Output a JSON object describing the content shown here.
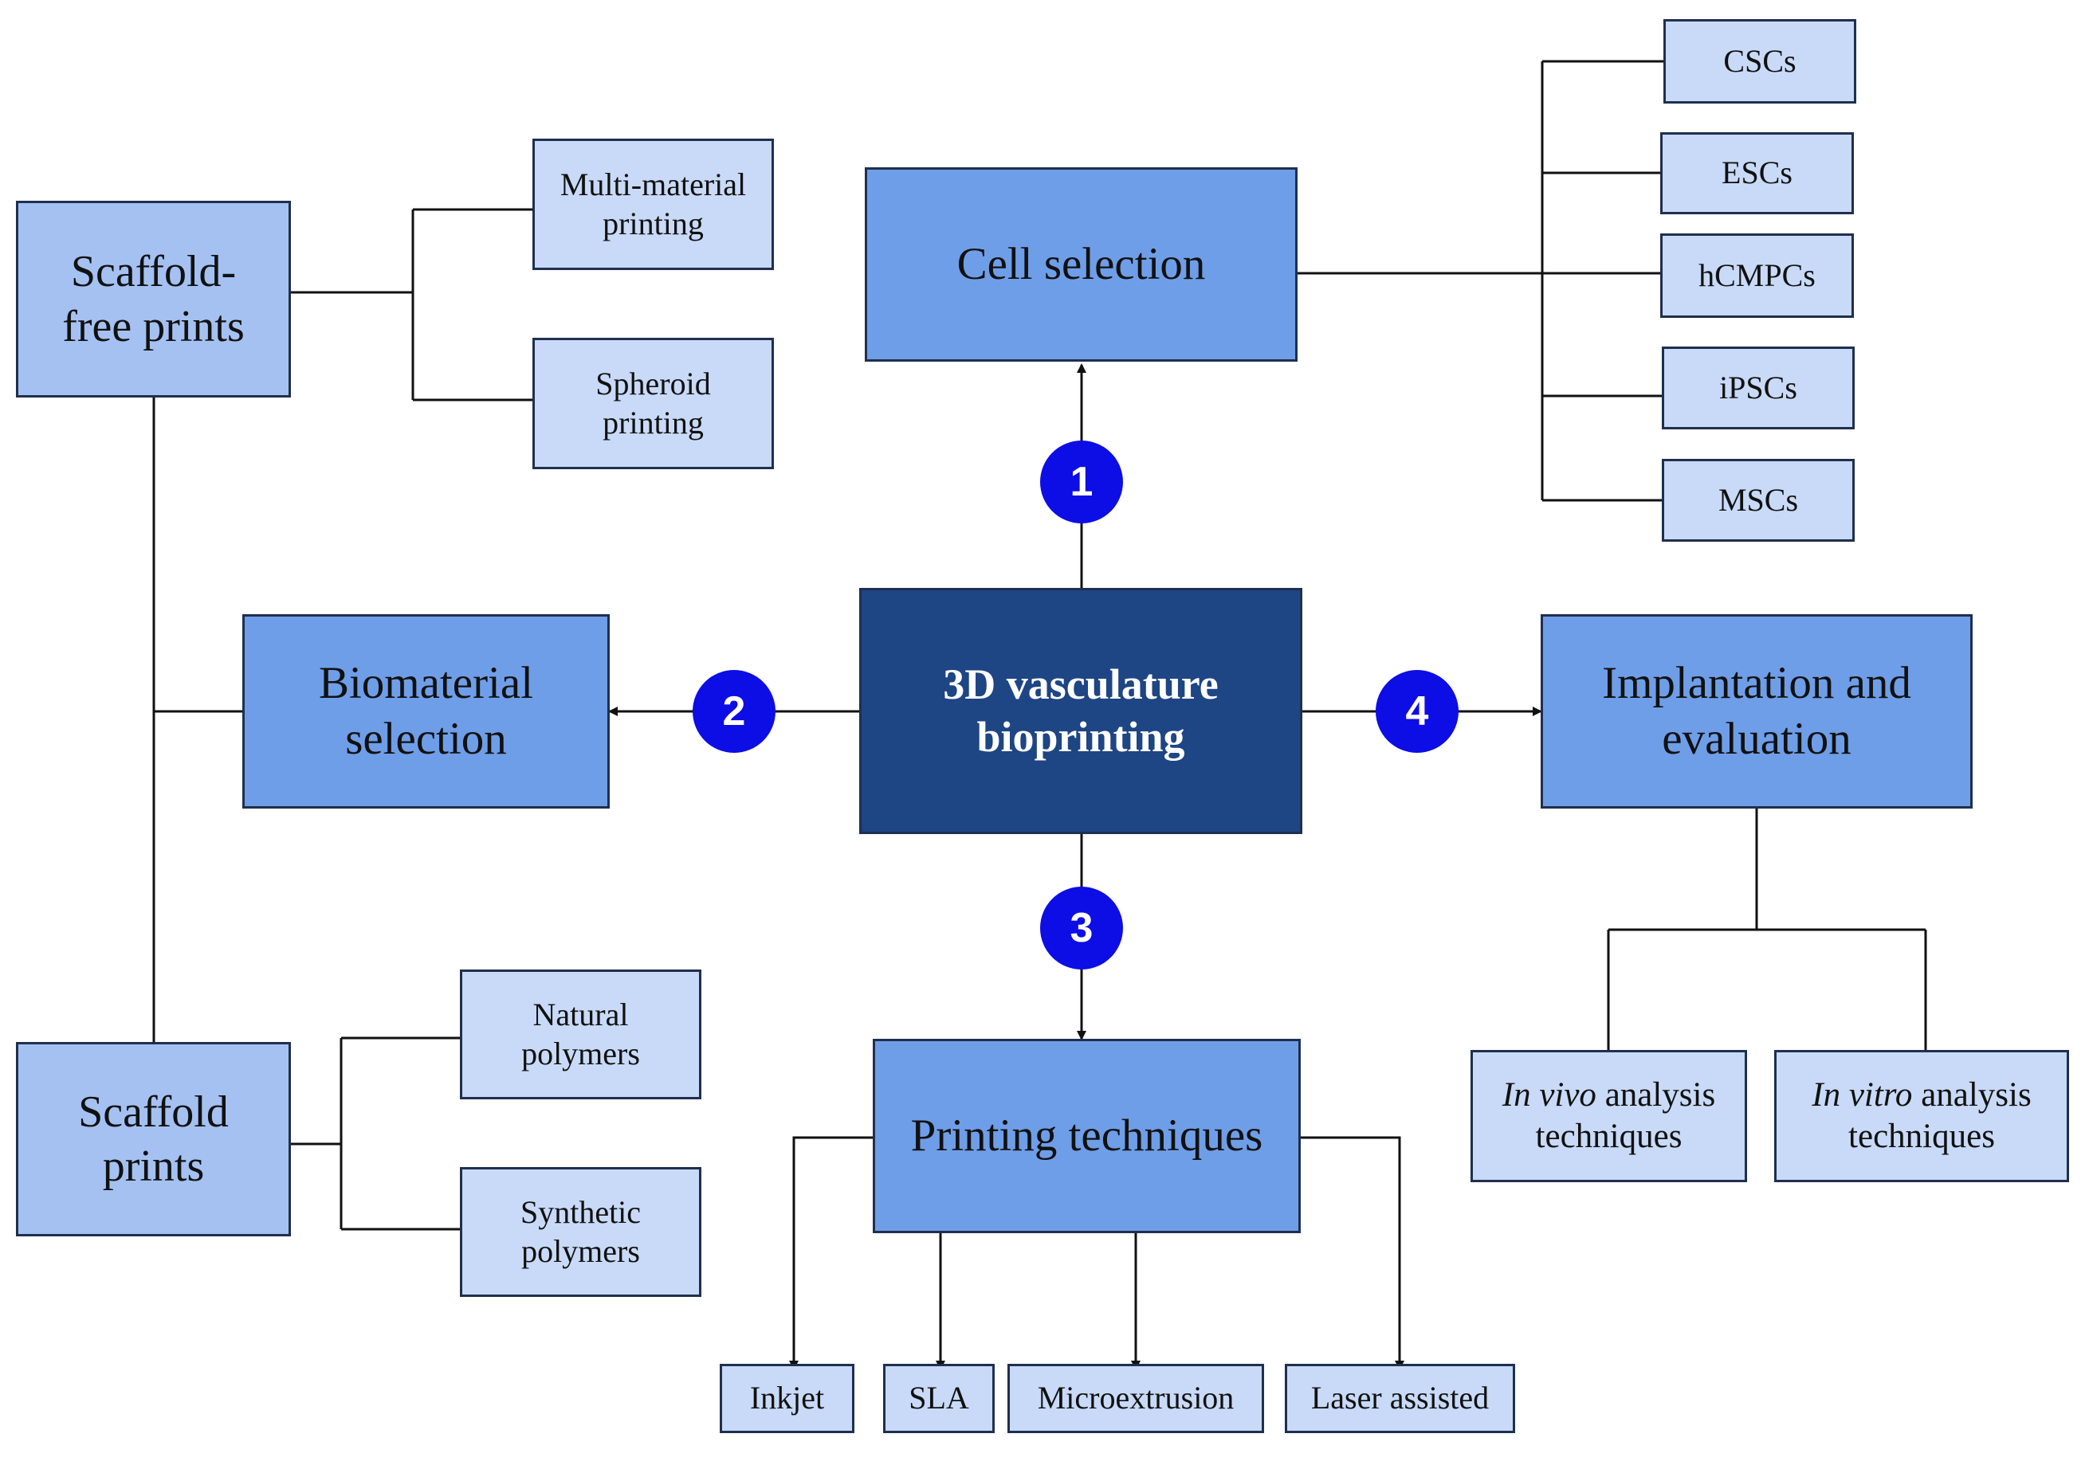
{
  "colors": {
    "hub": "#1e4584",
    "main": "#6f9ee8",
    "secondary": "#a4c1f2",
    "leaf": "#c8daf7",
    "badge": "#0d0de6",
    "line": "#111111"
  },
  "hub": {
    "line1": "3D vasculature",
    "line2": "bioprinting"
  },
  "steps": {
    "cell": {
      "badge": "1",
      "title": "Cell selection",
      "types": [
        "CSCs",
        "ESCs",
        "hCMPCs",
        "iPSCs",
        "MSCs"
      ]
    },
    "biomaterial": {
      "badge": "2",
      "title_line1": "Biomaterial",
      "title_line2": "selection",
      "scaffold_free": {
        "line1": "Scaffold-",
        "line2": "free prints",
        "options": [
          {
            "line1": "Multi-material",
            "line2": "printing"
          },
          {
            "line1": "Spheroid",
            "line2": "printing"
          }
        ]
      },
      "scaffold": {
        "line1": "Scaffold",
        "line2": "prints",
        "options": [
          {
            "line1": "Natural",
            "line2": "polymers"
          },
          {
            "line1": "Synthetic",
            "line2": "polymers"
          }
        ]
      }
    },
    "printing": {
      "badge": "3",
      "title": "Printing techniques",
      "methods": [
        "Inkjet",
        "SLA",
        "Microextrusion",
        "Laser assisted"
      ]
    },
    "implantation": {
      "badge": "4",
      "title_line1": "Implantation and",
      "title_line2": "evaluation",
      "analyses": [
        {
          "italic": "In vivo",
          "rest": " analysis",
          "line2": "techniques"
        },
        {
          "italic": "In vitro",
          "rest": " analysis",
          "line2": "techniques"
        }
      ]
    }
  }
}
